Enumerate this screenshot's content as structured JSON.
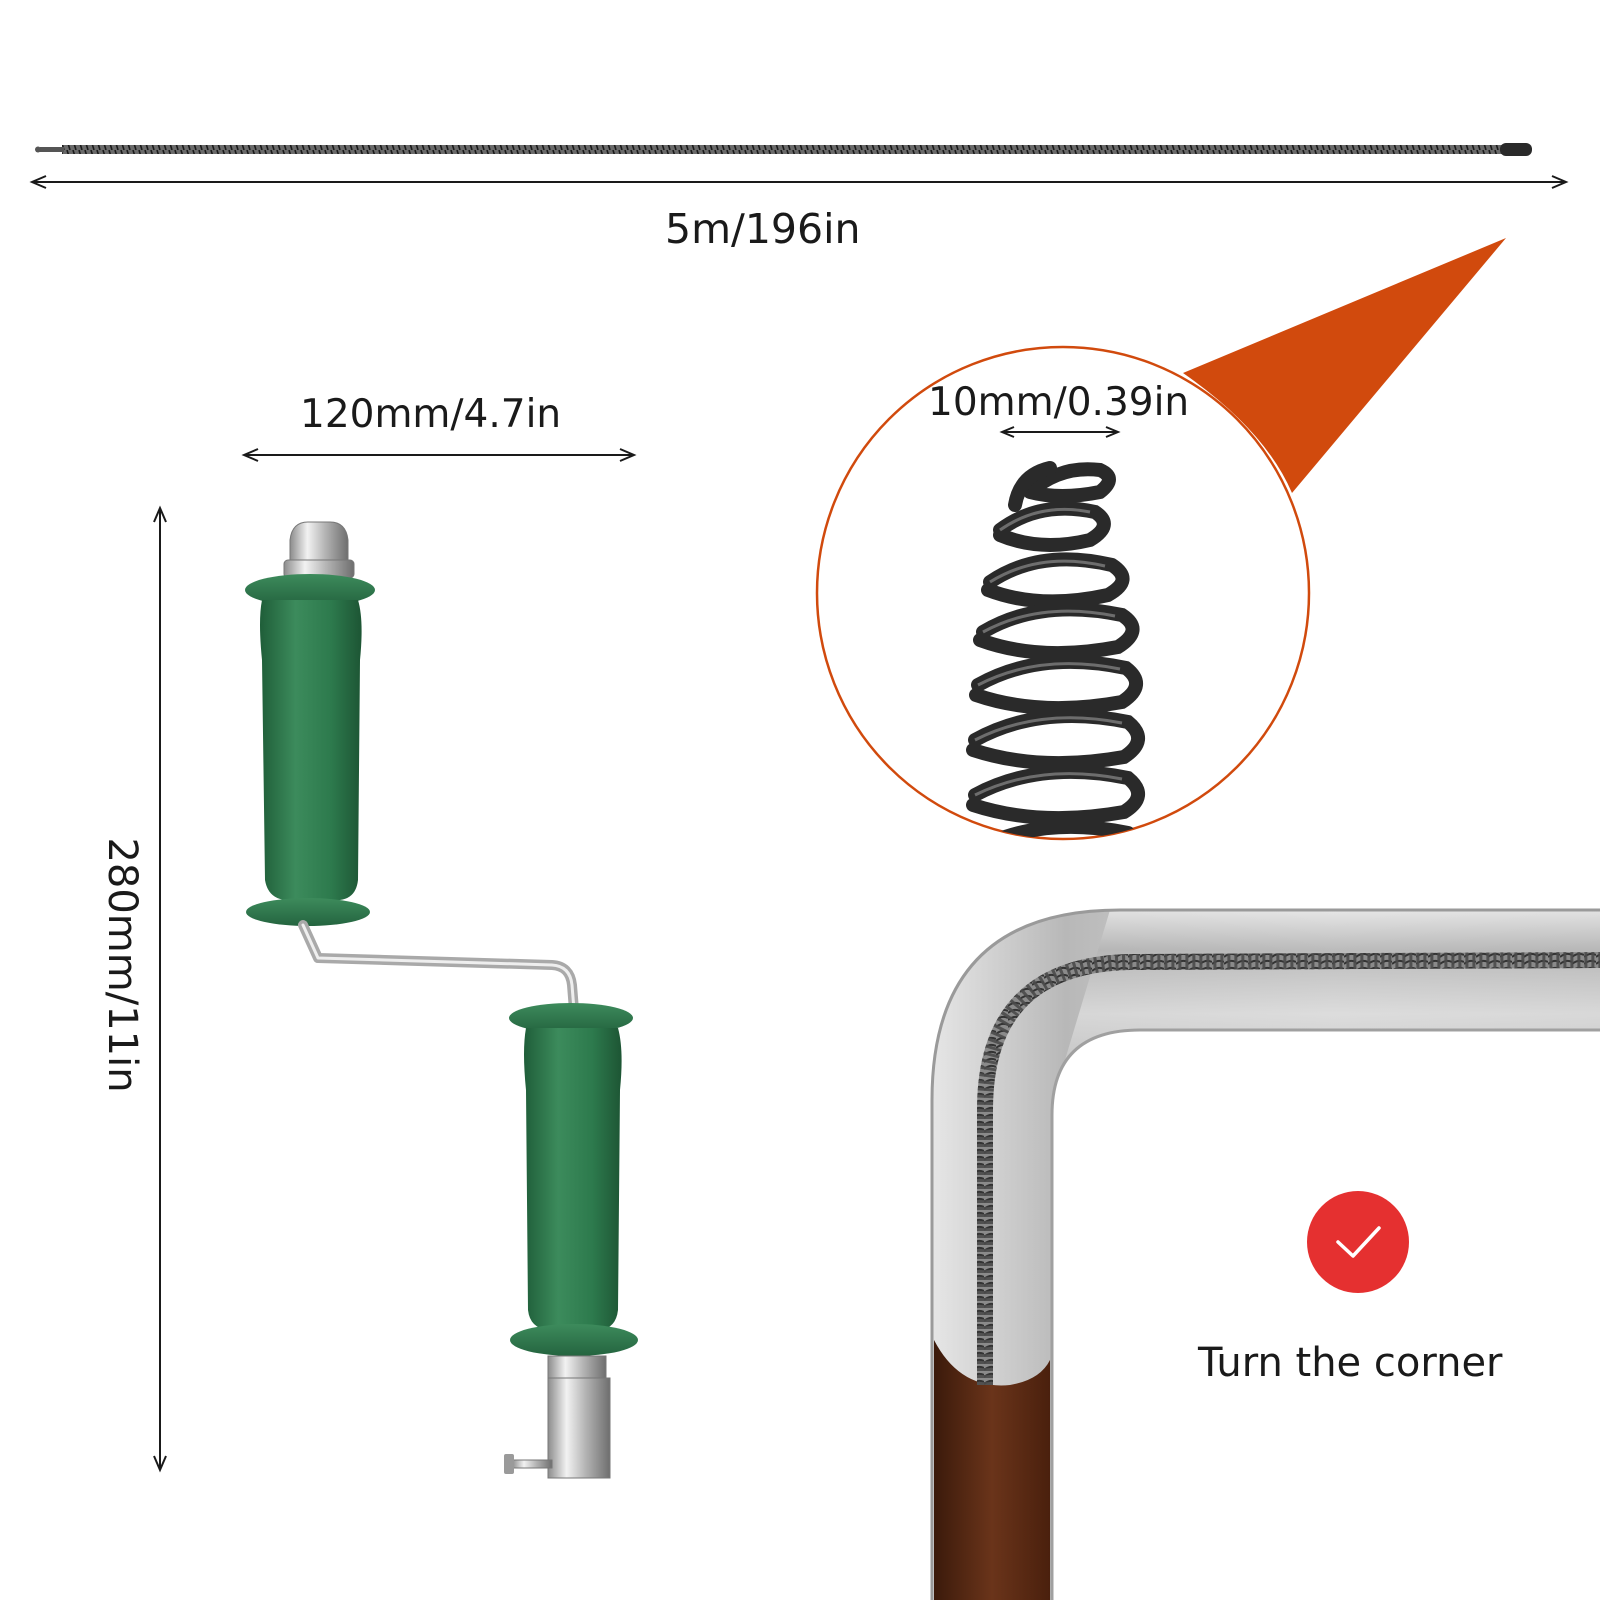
{
  "dimensions": {
    "cable_length": "5m/196in",
    "handle_width": "120mm/4.7in",
    "handle_height": "280mm/11in",
    "spring_diameter": "10mm/0.39in"
  },
  "feature": {
    "caption": "Turn the corner",
    "badge_icon": "checkmark-icon"
  },
  "colors": {
    "accent_orange": "#d14a0d",
    "handle_green": "#2e7a4e",
    "badge_red": "#e53030",
    "pipe_brown": "#5a2b16"
  }
}
